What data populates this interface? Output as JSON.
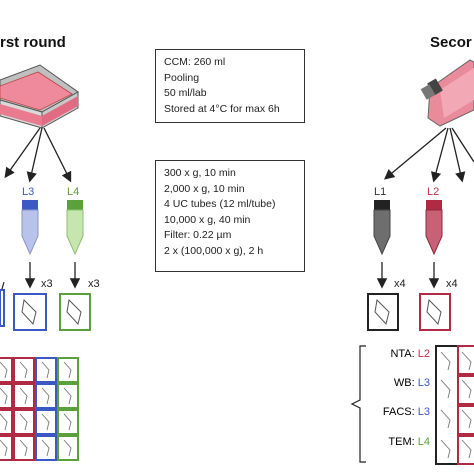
{
  "headers": {
    "first": "rst round",
    "second": "Secor"
  },
  "conditions_box": [
    "CCM: 260 ml",
    "Pooling",
    "50 ml/lab",
    "Stored at 4°C for max 6h"
  ],
  "protocol_box": [
    "300 x g, 10 min",
    "2,000 x g, 10 min",
    "4 UC tubes (12 ml/tube)",
    "10,000 x g, 40 min",
    "Filter: 0.22 µm",
    "2 x (100,000 x g), 2 h"
  ],
  "tubes": [
    {
      "label": "L3",
      "color": "#3b58c4"
    },
    {
      "label": "L4",
      "color": "#5aa13b"
    },
    {
      "label": "L1",
      "color": "#333333"
    },
    {
      "label": "L2",
      "color": "#c0304a"
    }
  ],
  "multipliers": {
    "left_a": "x3",
    "left_b": "x3",
    "right_a": "x4",
    "right_b": "x4"
  },
  "analyses": [
    {
      "method": "NTA:",
      "lab": "L2",
      "color": "#c0304a"
    },
    {
      "method": "WB:",
      "lab": "L3",
      "color": "#3b58c4"
    },
    {
      "method": "FACS:",
      "lab": "L3",
      "color": "#3b58c4"
    },
    {
      "method": "TEM:",
      "lab": "L4",
      "color": "#5aa13b"
    }
  ]
}
